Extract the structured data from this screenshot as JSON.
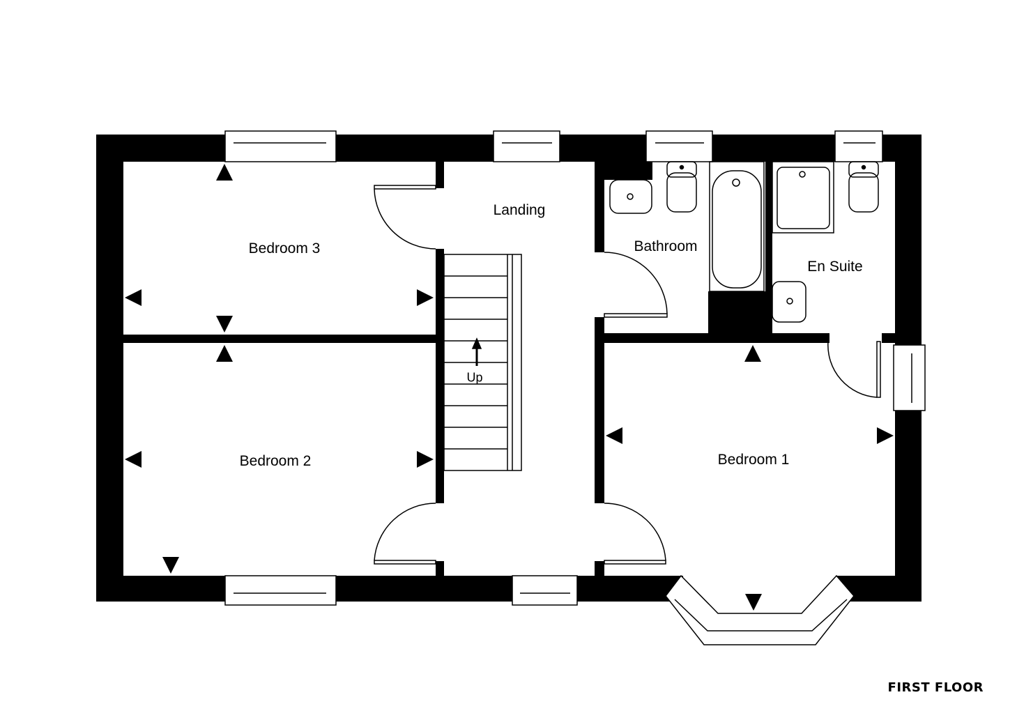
{
  "plan": {
    "title": "FIRST FLOOR",
    "rooms": {
      "bedroom3": "Bedroom 3",
      "landing": "Landing",
      "bathroom": "Bathroom",
      "en_suite": "En Suite",
      "bedroom2": "Bedroom 2",
      "bedroom1": "Bedroom 1"
    },
    "stairs_label": "Up",
    "colors": {
      "wall": "#000000",
      "background": "#ffffff"
    }
  }
}
